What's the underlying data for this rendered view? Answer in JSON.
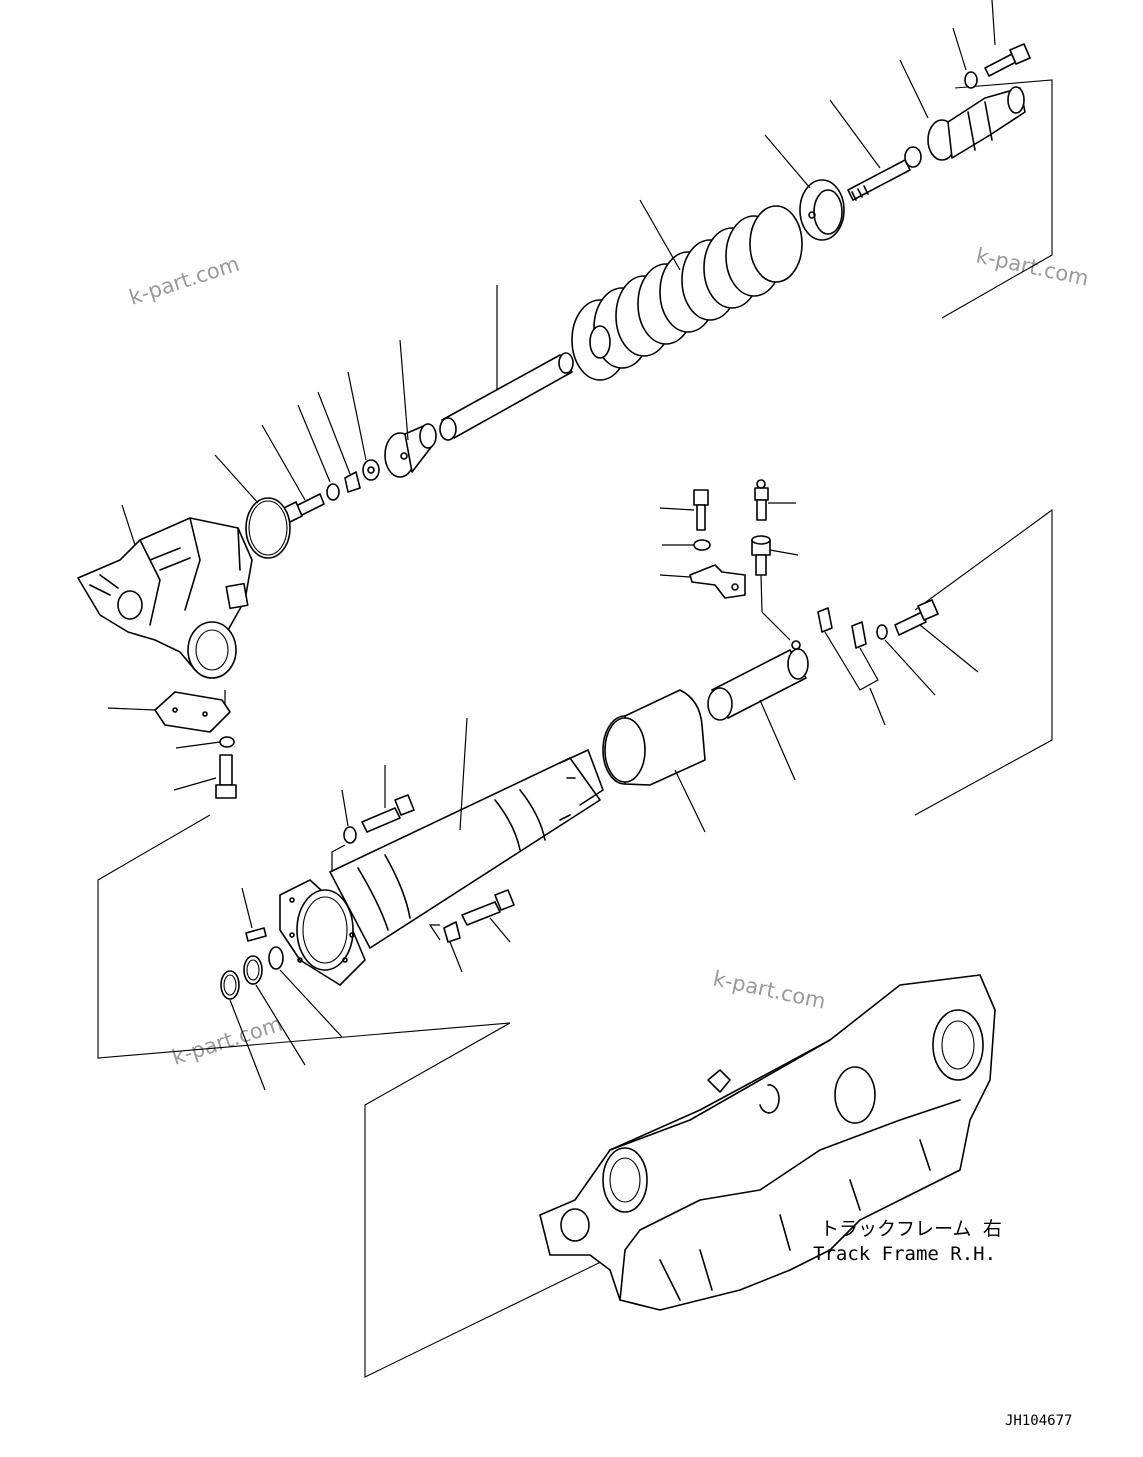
{
  "watermarks": [
    "k-part.com",
    "k-part.com",
    "k-part.com",
    "k-part.com"
  ],
  "frame_label": {
    "japanese": "トラックフレーム 右",
    "english": "Track Frame R.H."
  },
  "drawing_code": "JH104677"
}
